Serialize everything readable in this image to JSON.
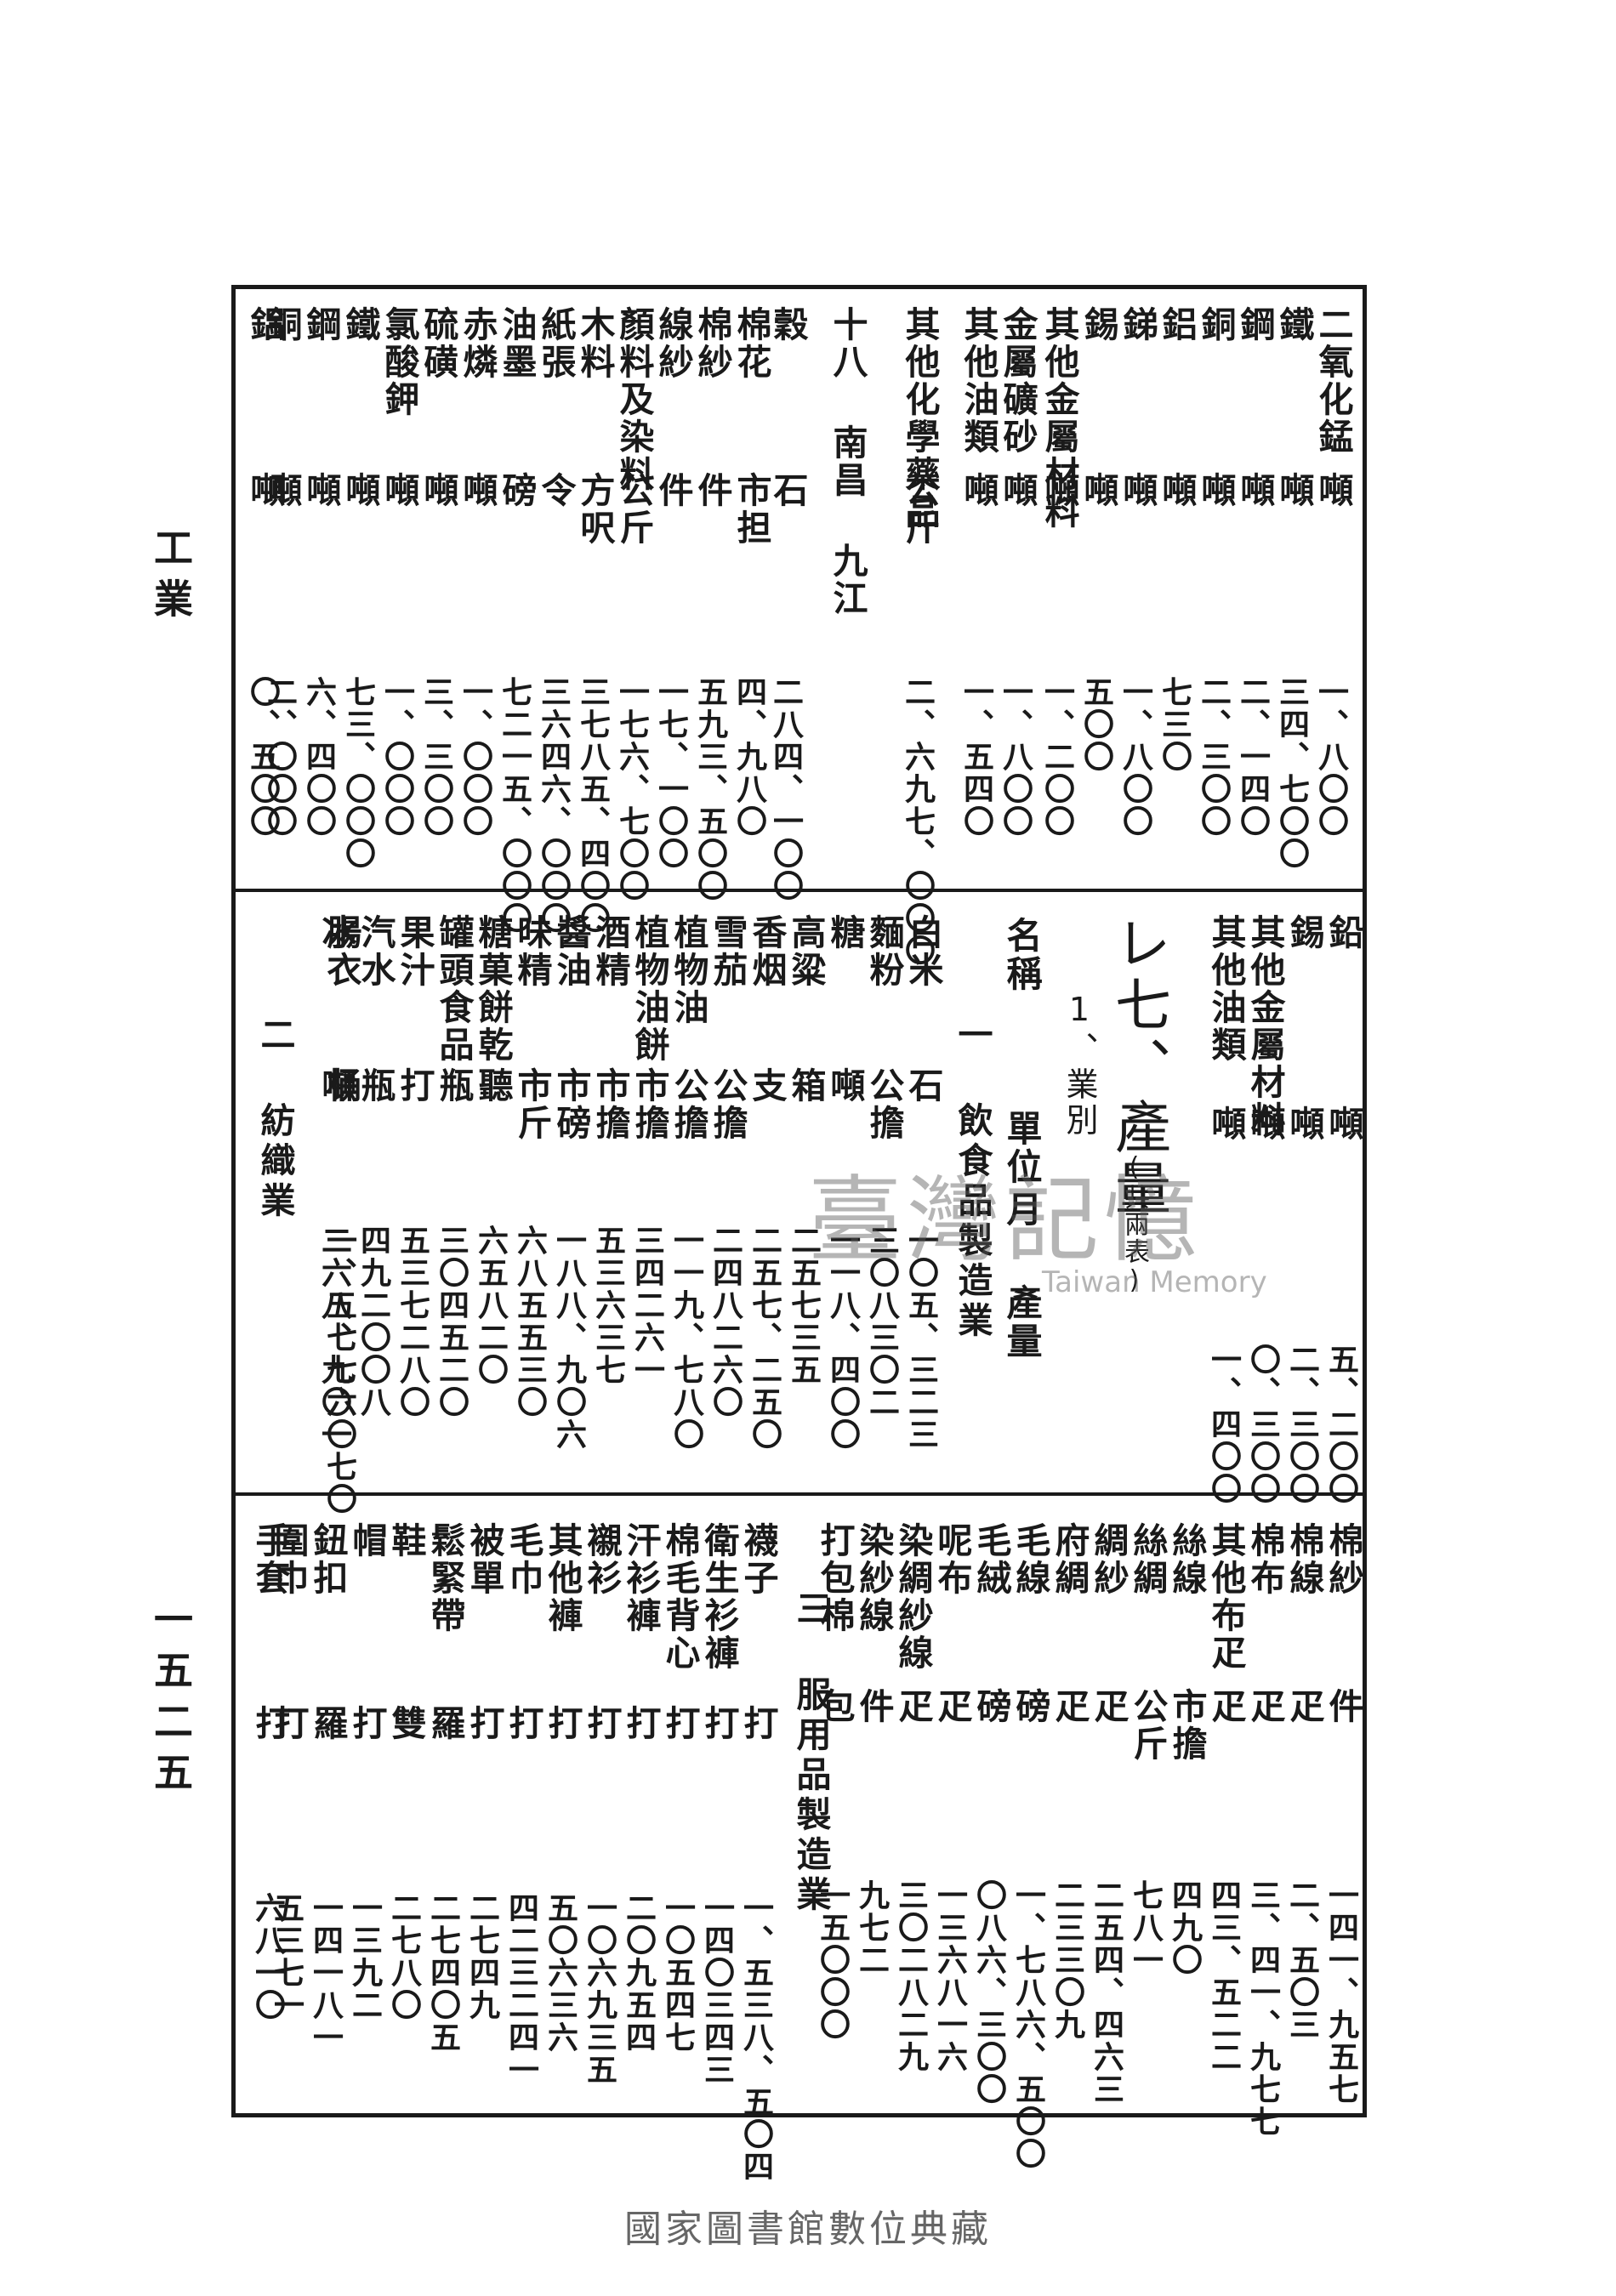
{
  "side_margin": {
    "section": "工業",
    "page_number": "一五二五"
  },
  "block1": {
    "entries": [
      {
        "name": "二氧化錳",
        "unit": "噸",
        "value": "一、八〇〇"
      },
      {
        "name": "鐵",
        "unit": "噸",
        "value": "三四、七〇〇"
      },
      {
        "name": "鋼",
        "unit": "噸",
        "value": "二、一四〇"
      },
      {
        "name": "銅",
        "unit": "噸",
        "value": "二、三〇〇"
      },
      {
        "name": "鋁",
        "unit": "噸",
        "value": "七三〇"
      },
      {
        "name": "銻",
        "unit": "噸",
        "value": "一、八〇〇"
      },
      {
        "name": "錫",
        "unit": "噸",
        "value": "五〇〇"
      },
      {
        "name": "其他金屬材料",
        "unit": "噸",
        "value": "一、二〇〇"
      },
      {
        "name": "金屬礦砂",
        "unit": "噸",
        "value": "一、八〇〇"
      },
      {
        "name": "其他油類",
        "unit": "噸",
        "value": "一、五四〇"
      },
      {
        "name": "其他化學藥品",
        "unit": "公斤",
        "value": "二、六九七、〇〇〇"
      },
      {
        "name": "十八 南昌 九江",
        "unit": "",
        "value": "",
        "header": true
      },
      {
        "name": "穀",
        "unit": "石",
        "value": "二八四、一〇〇"
      },
      {
        "name": "棉花",
        "unit": "市担",
        "value": "四、九八〇"
      },
      {
        "name": "棉紗",
        "unit": "件",
        "value": "五九三、五〇〇"
      },
      {
        "name": "線紗",
        "unit": "件",
        "value": "一七、一〇〇"
      },
      {
        "name": "顏料及染料",
        "unit": "公斤",
        "value": "一七六、七〇〇"
      },
      {
        "name": "木料",
        "unit": "方呎",
        "value": "三七八五、四〇〇"
      },
      {
        "name": "紙張",
        "unit": "令",
        "value": "三六四六、〇〇〇"
      },
      {
        "name": "油墨",
        "unit": "磅",
        "value": "七二一五、〇〇〇"
      },
      {
        "name": "赤燐",
        "unit": "噸",
        "value": "一、〇〇〇"
      },
      {
        "name": "硫磺",
        "unit": "噸",
        "value": "三、三〇〇"
      },
      {
        "name": "氯酸鉀",
        "unit": "噸",
        "value": "一、〇〇〇"
      },
      {
        "name": "鐵",
        "unit": "噸",
        "value": "七三、〇〇〇"
      },
      {
        "name": "鋼",
        "unit": "噸",
        "value": "六、四〇〇"
      },
      {
        "name": "銅",
        "unit": "噸",
        "value": "二、〇〇〇"
      },
      {
        "name": "鋁",
        "unit": "噸",
        "value": "〇、五〇〇"
      }
    ]
  },
  "block2": {
    "handwritten_title": "レ七、產量",
    "handwritten_note": "(共兩表)",
    "subtitle": "1、業別",
    "headers": {
      "name": "名稱",
      "unit": "單位",
      "month": "月",
      "output": "產量"
    },
    "carry_entries": [
      {
        "name": "鉛",
        "unit": "噸",
        "value": "五、二〇〇"
      },
      {
        "name": "錫",
        "unit": "噸",
        "value": "二、三〇〇"
      },
      {
        "name": "其他金屬材料",
        "unit": "噸",
        "value": "〇、三〇〇"
      },
      {
        "name": "其他油類",
        "unit": "噸",
        "value": "一、四〇〇"
      }
    ],
    "section_title": "一 飲食品製造業",
    "entries": [
      {
        "name": "白米",
        "unit": "石",
        "value": "一〇五、三二三"
      },
      {
        "name": "麵粉",
        "unit": "公擔",
        "value": "三〇八三〇二"
      },
      {
        "name": "糖",
        "unit": "噸",
        "value": "一一八、四〇〇"
      },
      {
        "name": "高粱",
        "unit": "箱",
        "value": "二五七三五"
      },
      {
        "name": "香烟",
        "unit": "支",
        "value": "二五七、二五〇"
      },
      {
        "name": "雪茄",
        "unit": "公擔",
        "value": "二四八二六〇"
      },
      {
        "name": "植物油",
        "unit": "公擔",
        "value": "一一九、七八〇"
      },
      {
        "name": "植物油餅",
        "unit": "市擔",
        "value": "三四二六一"
      },
      {
        "name": "酒精",
        "unit": "市擔",
        "value": "五三六三七"
      },
      {
        "name": "醬油",
        "unit": "市磅",
        "value": "一八八、九〇六"
      },
      {
        "name": "味精",
        "unit": "市斤",
        "value": "六八五五三〇"
      },
      {
        "name": "糖菓餅乾",
        "unit": "聽",
        "value": "六五八二〇"
      },
      {
        "name": "罐頭食品",
        "unit": "瓶",
        "value": "三〇四五二〇"
      },
      {
        "name": "果汁",
        "unit": "打",
        "value": "五三七二八〇"
      },
      {
        "name": "汽水",
        "unit": "瓶",
        "value": "四九二〇〇八"
      },
      {
        "name": "冰",
        "unit": "噸",
        "value": "二六八、九〇一"
      },
      {
        "name": "腸衣",
        "unit": "桶",
        "value": "一、五七七六〇七〇"
      }
    ],
    "next_section": "二 紡織業"
  },
  "block3": {
    "entries": [
      {
        "name": "棉紗",
        "unit": "件",
        "value": "一四一、九五七"
      },
      {
        "name": "棉線",
        "unit": "疋",
        "value": "二、五〇三"
      },
      {
        "name": "棉布",
        "unit": "疋",
        "value": "三、四一、九七七"
      },
      {
        "name": "其他布疋",
        "unit": "疋",
        "value": "四三、五二二"
      },
      {
        "name": "絲線",
        "unit": "市擔",
        "value": "四九〇"
      },
      {
        "name": "絲綢",
        "unit": "公斤",
        "value": "七八一"
      },
      {
        "name": "綢紗",
        "unit": "疋",
        "value": "二五四、四六三"
      },
      {
        "name": "府綢",
        "unit": "疋",
        "value": "二三三〇九"
      },
      {
        "name": "毛線",
        "unit": "磅",
        "value": "一、七八六、五〇〇"
      },
      {
        "name": "毛絨",
        "unit": "磅",
        "value": "〇八六、三〇〇"
      },
      {
        "name": "呢布",
        "unit": "疋",
        "value": "一三六八一六"
      },
      {
        "name": "染綢紗線",
        "unit": "疋",
        "value": "三〇二八二九"
      },
      {
        "name": "染紗線",
        "unit": "件",
        "value": "九七二"
      },
      {
        "name": "打包棉",
        "unit": "包",
        "value": "一五〇〇〇"
      }
    ],
    "section_title": "三 服用品製造業",
    "entries2": [
      {
        "name": "襪子",
        "unit": "打",
        "value": "一、五三八、五〇四"
      },
      {
        "name": "衛生衫褲",
        "unit": "打",
        "value": "一四〇三四三"
      },
      {
        "name": "棉毛背心",
        "unit": "打",
        "value": "一〇五四七"
      },
      {
        "name": "汗衫褲",
        "unit": "打",
        "value": "二〇九五四"
      },
      {
        "name": "襯衫",
        "unit": "打",
        "value": "一〇六九三五"
      },
      {
        "name": "其他褲",
        "unit": "打",
        "value": "五〇六三六"
      },
      {
        "name": "毛巾",
        "unit": "打",
        "value": "四二三二四一"
      },
      {
        "name": "被單",
        "unit": "打",
        "value": "二七四九"
      },
      {
        "name": "鬆緊帶",
        "unit": "羅",
        "value": "二七四〇五"
      },
      {
        "name": "鞋",
        "unit": "雙",
        "value": "二七八〇"
      },
      {
        "name": "帽",
        "unit": "打",
        "value": "一三九二"
      },
      {
        "name": "鈕扣",
        "unit": "羅",
        "value": "一四一八一"
      },
      {
        "name": "圍巾",
        "unit": "打",
        "value": "五三七一"
      },
      {
        "name": "手套",
        "unit": "打",
        "value": "六八一〇"
      }
    ]
  },
  "watermark": {
    "text": "臺灣記憶",
    "latin": "Taiwan Memory"
  },
  "footer": "國家圖書館數位典藏"
}
